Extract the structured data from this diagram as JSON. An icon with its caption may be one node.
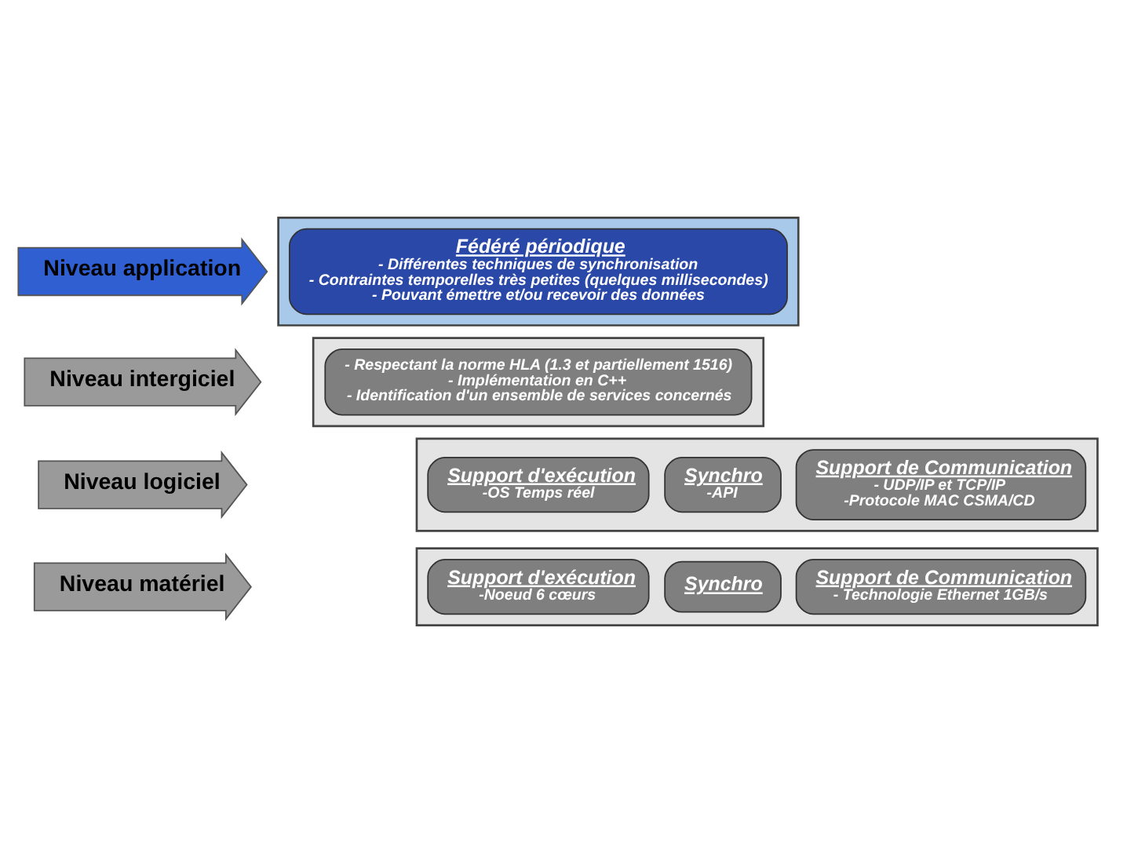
{
  "diagram": {
    "nodes": [
      {
        "text": [
          "Niveau application"
        ]
      },
      {
        "text": [],
        "shape": "box"
      },
      {
        "text": [
          "Fédéré périodique",
          "- Différentes techniques de synchronisation",
          "- Contraintes temporelles très petites (quelques millisecondes)",
          "- Pouvant émettre et/ou recevoir des données"
        ],
        "in": 1
      },
      {
        "text": [
          "Niveau intergiciel"
        ]
      },
      {
        "text": [],
        "shape": "box"
      },
      {
        "text": [
          "- Respectant la norme HLA (1.3 et partiellement 1516)",
          "- Implémentation en C++",
          "- Identification d'un ensemble de services concernés"
        ],
        "in": 4
      },
      {
        "text": [
          "Niveau logiciel"
        ]
      },
      {
        "text": [],
        "shape": "box"
      },
      {
        "text": [
          "Support d'exécution",
          "-OS Temps réel"
        ],
        "in": 7
      },
      {
        "text": [
          "Synchro",
          "-API"
        ],
        "in": 7
      },
      {
        "text": [
          "Support de Communication",
          "- UDP/IP et TCP/IP",
          "-Protocole MAC CSMA/CD"
        ],
        "in": 7
      },
      {
        "text": [
          "Niveau matériel"
        ]
      },
      {
        "text": [],
        "shape": "box"
      },
      {
        "text": [
          "Support d'exécution",
          "-Noeud 6 cœurs"
        ],
        "in": 12
      },
      {
        "text": [
          "Synchro"
        ],
        "in": 12
      },
      {
        "text": [
          "Support de Communication",
          "- Technologie Ethernet 1GB/s"
        ],
        "in": 12
      }
    ]
  }
}
